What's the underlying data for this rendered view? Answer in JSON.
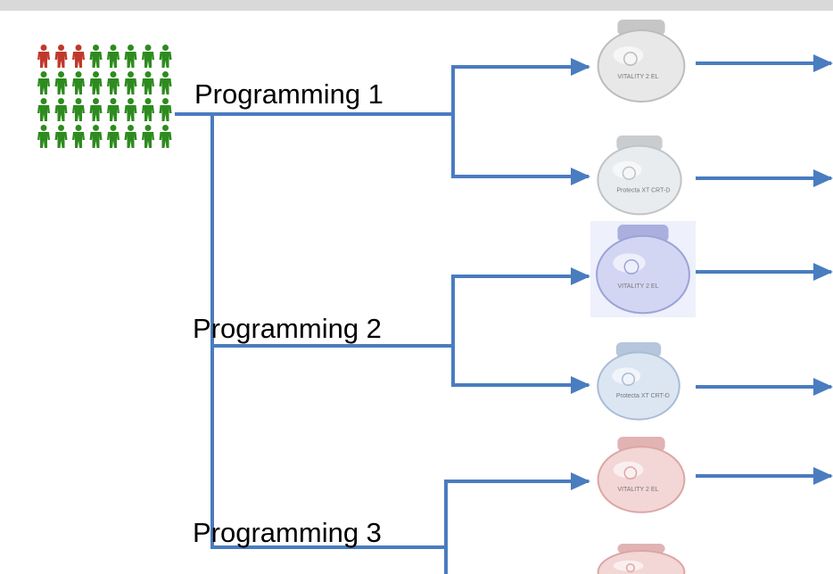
{
  "colors": {
    "arrow": "#4a7cc0",
    "person_affected": "#c0392b",
    "person_unaffected": "#2e8b1f",
    "top_strip": "#d9d9d9"
  },
  "population": {
    "rows": 4,
    "cols": 8,
    "affected_count": 3
  },
  "programmings": [
    {
      "label": "Programming 1"
    },
    {
      "label": "Programming 2"
    },
    {
      "label": "Programming 3"
    }
  ],
  "devices": [
    {
      "icon": "pacemaker-icon",
      "model_text": "VITALITY 2 EL",
      "tint": "#e8e8e8",
      "accent": "#bcbcbc"
    },
    {
      "icon": "pacemaker-icon",
      "model_text": "Protecta XT CRT-D",
      "tint": "#e9ecee",
      "accent": "#bfc4c8"
    },
    {
      "icon": "pacemaker-icon",
      "model_text": "VITALITY 2 EL",
      "tint": "#d3d6f3",
      "accent": "#9da3d8"
    },
    {
      "icon": "pacemaker-icon",
      "model_text": "Protecta XT CRT-D",
      "tint": "#dbe6f2",
      "accent": "#a9bcd6"
    },
    {
      "icon": "pacemaker-icon",
      "model_text": "VITALITY 2 EL",
      "tint": "#f3d6d6",
      "accent": "#dca6a6"
    },
    {
      "icon": "pacemaker-icon",
      "model_text": "",
      "tint": "#f3d6d6",
      "accent": "#dca6a6"
    }
  ]
}
